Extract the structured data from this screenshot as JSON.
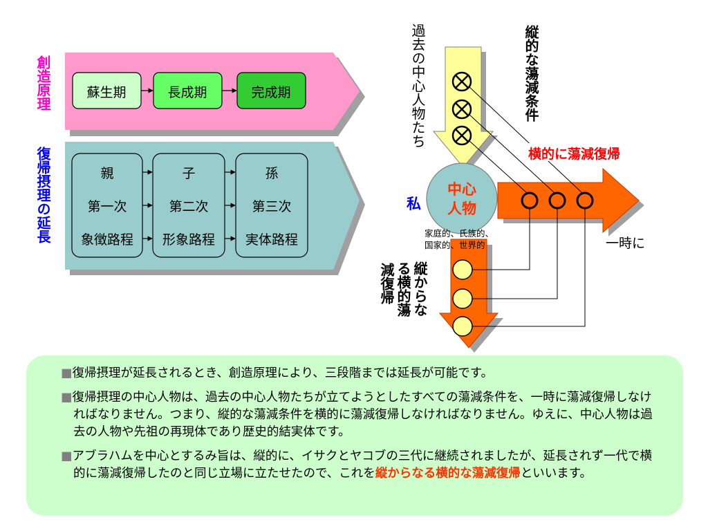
{
  "left": {
    "row1": {
      "label": "創造原理",
      "boxes": [
        "蘇生期",
        "長成期",
        "完成期"
      ]
    },
    "row2": {
      "label": "復帰摂理の延長",
      "boxes": [
        {
          "l1": "親",
          "l2": "第一次",
          "l3": "象徴路程"
        },
        {
          "l1": "子",
          "l2": "第二次",
          "l3": "形象路程"
        },
        {
          "l1": "孫",
          "l2": "第三次",
          "l3": "実体路程"
        }
      ]
    }
  },
  "right": {
    "past_label": "過去の中心人物たち",
    "vertical_label": "縦的な蕩減条件",
    "horizontal_label": "横的に蕩減復帰",
    "watashi": "私",
    "center_line1": "中心",
    "center_line2": "人物",
    "note_line1": "家庭的、氏族的、",
    "note_line2": "国家的、世界的",
    "ichiji": "一時に",
    "tate_label_a": "縦からな",
    "tate_label_b": "る横的蕩",
    "tate_label_c": "減復帰"
  },
  "summary": {
    "bullet": "■",
    "p1": "復帰摂理が延長されるとき、創造原理により、三段階までは延長が可能です。",
    "p2": "復帰摂理の中心人物は、過去の中心人物たちが立てようとしたすべての蕩減条件を、一時に蕩減復帰しなければなりません。つまり、縦的な蕩減条件を横的に蕩減復帰しなければなりません。ゆえに、中心人物は過去の人物や先祖の再現体であり歴史的結実体です。",
    "p3a": "アブラハムを中心とするみ旨は、縦的に、イサクとヤコブの三代に継続されましたが、延長されず一代で横的に蕩減復帰したのと同じ立場に立たせたので、これを",
    "p3_highlight": "縦からなる横的な蕩減復帰",
    "p3b": "といいます。"
  },
  "colors": {
    "pink_band": "#ff99cc",
    "blue_band": "#99cccc",
    "magenta_text": "#ff00cc",
    "blue_text": "#0000ff",
    "orange_arrow": "#ff6600",
    "yellow_arrow": "#ffff99",
    "green_box_light": "#ccffcc",
    "green_box_mid": "#66ff66",
    "green_box_dark": "#33cc33",
    "red_text": "#ff0000",
    "summary_bg": "#ccffcc"
  }
}
